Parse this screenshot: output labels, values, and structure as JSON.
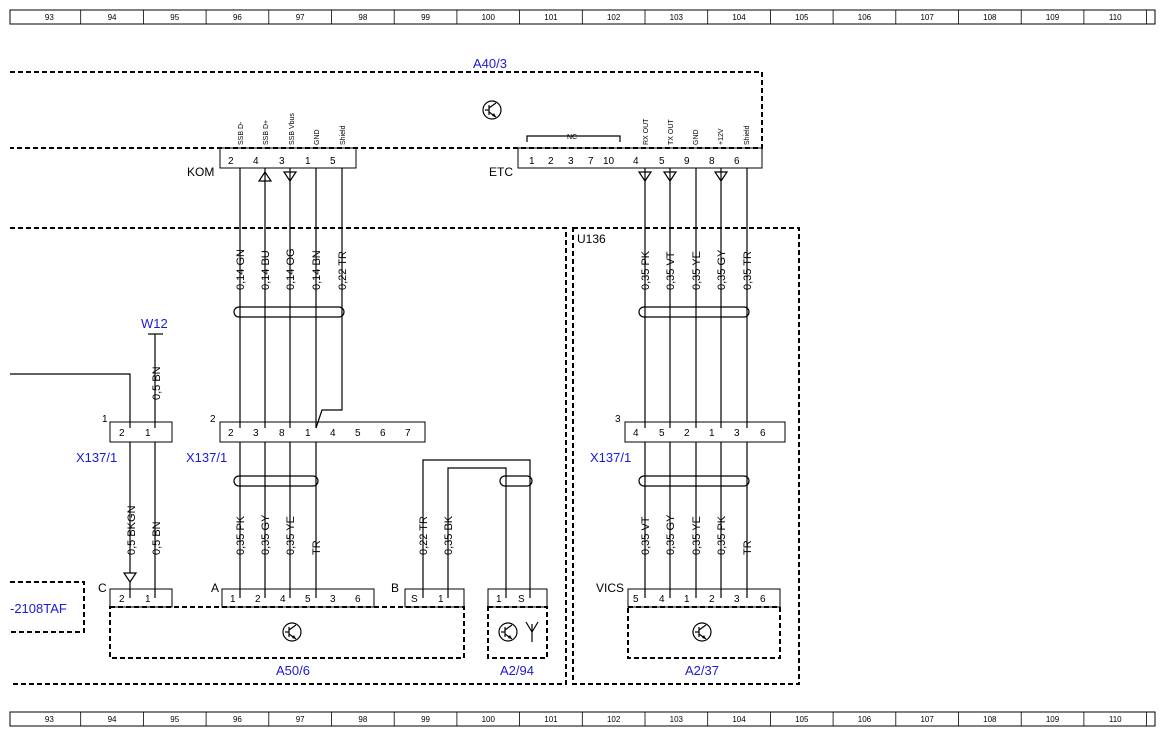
{
  "ruler": [
    "93",
    "94",
    "95",
    "96",
    "97",
    "98",
    "99",
    "100",
    "101",
    "102",
    "103",
    "104",
    "105",
    "106",
    "107",
    "108",
    "109",
    "110"
  ],
  "modules": {
    "a40_3": "A40/3",
    "u136": "U136",
    "w12": "W12",
    "a50_6": "A50/6",
    "a2_94": "A2/94",
    "a2_37": "A2/37",
    "taf": "-2108TAF"
  },
  "connectors": {
    "kom": "KOM",
    "etc": "ETC",
    "x137_1": "X137/1",
    "c": "C",
    "a": "A",
    "b": "B",
    "vics": "VICS",
    "nc": "NC",
    "num1": "1",
    "num2": "2",
    "num3": "3"
  },
  "kom": {
    "pins": [
      "2",
      "4",
      "3",
      "1",
      "5"
    ],
    "signals": [
      "SSB D-",
      "SSB D+",
      "SSB Vbus",
      "GND",
      "Shield"
    ],
    "wires": [
      "0,14 GN",
      "0,14 BU",
      "0,14 OG",
      "0,14 BN",
      "0,22 TR"
    ]
  },
  "etc": {
    "pins": [
      "1",
      "2",
      "3",
      "7",
      "10",
      "4",
      "5",
      "9",
      "8",
      "6"
    ],
    "signals": [
      "RX OUT",
      "TX OUT",
      "GND",
      "+12V",
      "Shield"
    ],
    "wires": [
      "0,35 PK",
      "0,35 VT",
      "0,35 YE",
      "0,35 GY",
      "0,35 TR"
    ]
  },
  "x137_1_c1": {
    "pins": [
      "2",
      "1"
    ]
  },
  "x137_1_c2": {
    "pins": [
      "2",
      "3",
      "8",
      "1",
      "4",
      "5",
      "6",
      "7"
    ]
  },
  "x137_1_c3": {
    "pins": [
      "4",
      "5",
      "2",
      "1",
      "3",
      "6"
    ]
  },
  "w12_wire": "0,5 BN",
  "lower_left_wires": [
    "0,5 BKGN",
    "0,5 BN"
  ],
  "lower_mid_wires": [
    "0,35 PK",
    "0,35 GY",
    "0,35 YE",
    "TR"
  ],
  "lower_b_wires": [
    "0,22 TR",
    "0,35 BK"
  ],
  "lower_right_wires": [
    "0,35 VT",
    "0,35 GY",
    "0,35 YE",
    "0,35 PK",
    "TR"
  ],
  "a50_c_pins": [
    "2",
    "1"
  ],
  "a50_a_pins": [
    "1",
    "2",
    "4",
    "5",
    "3",
    "6"
  ],
  "a50_b_pins": [
    "S",
    "1"
  ],
  "a2_94_pins": [
    "1",
    "S"
  ],
  "vics_pins": [
    "5",
    "4",
    "1",
    "2",
    "3",
    "6"
  ]
}
